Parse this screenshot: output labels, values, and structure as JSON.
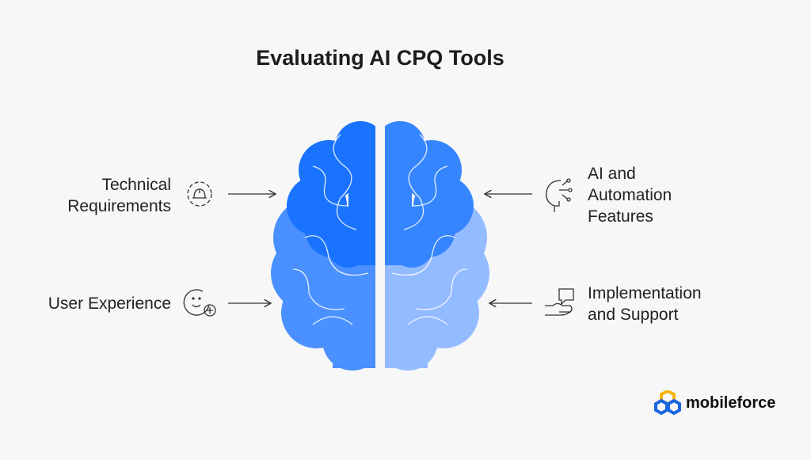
{
  "title": "Evaluating AI CPQ Tools",
  "items": [
    {
      "label_line1": "Technical",
      "label_line2": "Requirements",
      "icon": "gear-helmet-icon"
    },
    {
      "label_line1": "User Experience",
      "icon": "smiley-plus-icon"
    },
    {
      "label_line1": "AI and",
      "label_line2": "Automation",
      "label_line3": "Features",
      "icon": "head-circuit-icon"
    },
    {
      "label_line1": "Implementation",
      "label_line2": "and Support",
      "icon": "hand-chat-icon"
    }
  ],
  "brand": {
    "name": "mobileforce"
  },
  "colors": {
    "top_left": "#1a73ff",
    "top_right": "#3585ff",
    "bottom_left": "#4a90ff",
    "bottom_right": "#93bbff",
    "background": "#f7f7f7"
  }
}
